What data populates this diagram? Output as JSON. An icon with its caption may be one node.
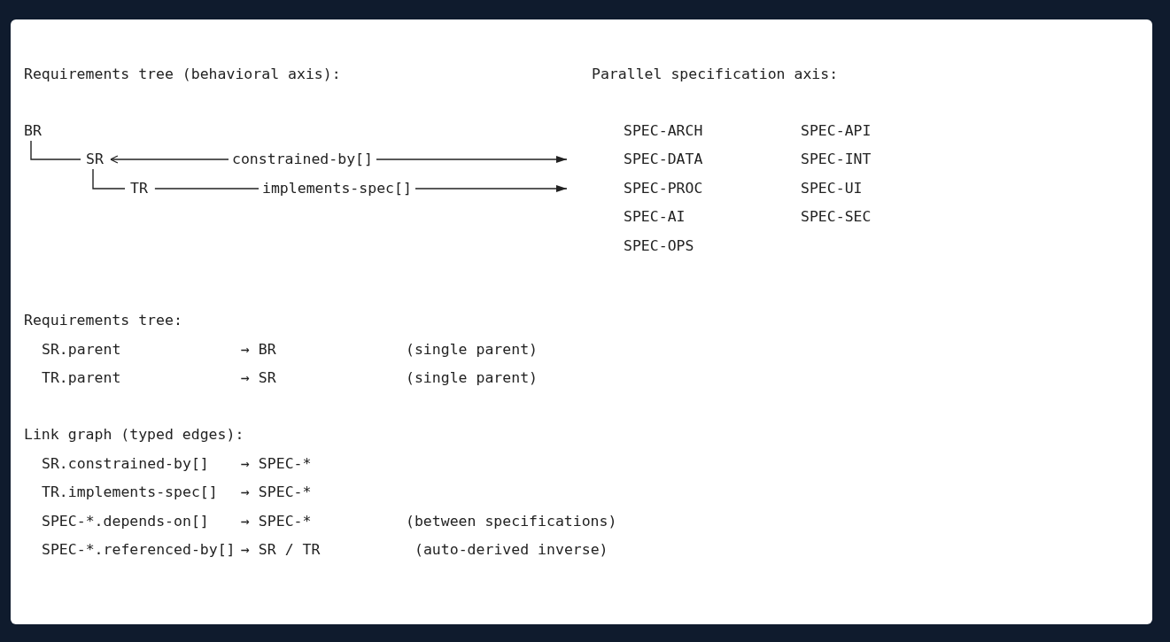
{
  "diagram": {
    "nodes": [
      {
        "text": [
          "BR"
        ]
      },
      {
        "text": [
          "SR"
        ]
      },
      {
        "text": [
          "TR"
        ]
      },
      {
        "text": [
          "Parallel specification axis:"
        ]
      },
      {
        "text": [
          "SPEC-ARCH"
        ],
        "in": 3
      },
      {
        "text": [
          "SPEC-API"
        ],
        "in": 3
      },
      {
        "text": [
          "SPEC-DATA"
        ],
        "in": 3
      },
      {
        "text": [
          "SPEC-INT"
        ],
        "in": 3
      },
      {
        "text": [
          "SPEC-PROC"
        ],
        "in": 3
      },
      {
        "text": [
          "SPEC-UI"
        ],
        "in": 3
      },
      {
        "text": [
          "SPEC-AI"
        ],
        "in": 3
      },
      {
        "text": [
          "SPEC-SEC"
        ],
        "in": 3
      },
      {
        "text": [
          "SPEC-OPS"
        ],
        "in": 3
      }
    ],
    "edges": [
      {
        "from": 0,
        "to": 1,
        "arrow": "none"
      },
      {
        "from": 1,
        "to": 2,
        "arrow": "none"
      },
      {
        "from": 1,
        "to": 3,
        "arrow": "both",
        "label": "constrained-by[]"
      },
      {
        "from": 2,
        "to": 3,
        "arrow": "to",
        "label": "implements-spec[]"
      }
    ],
    "labels": [
      "Requirements tree (behavioral axis):",
      "Requirements tree:",
      "SR.parent",
      "→ BR",
      "(single parent)",
      "TR.parent",
      "→ SR",
      "(single parent)",
      "Link graph (typed edges):",
      "SR.constrained-by[]",
      "→ SPEC-*",
      "TR.implements-spec[]",
      "→ SPEC-*",
      "SPEC-*.depends-on[]",
      "→ SPEC-*",
      "(between specifications)",
      "SPEC-*.referenced-by[]",
      "→ SR / TR",
      "(auto-derived inverse)"
    ]
  }
}
